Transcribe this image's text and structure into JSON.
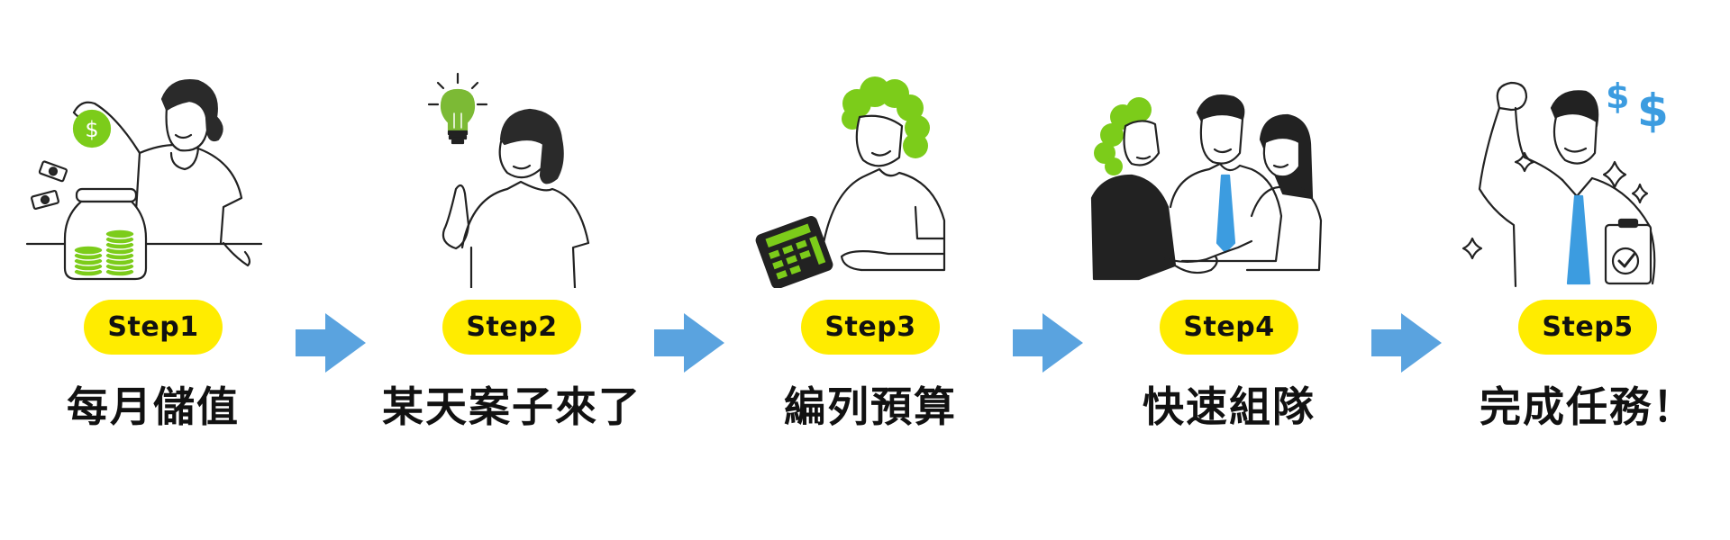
{
  "colors": {
    "pill_bg": "#ffec00",
    "arrow": "#5aa3df",
    "accent_green": "#7ccc1a",
    "accent_blue": "#3c9ce0",
    "ink": "#222222"
  },
  "steps": [
    {
      "badge": "Step1",
      "title": "每月儲值",
      "illustration": "woman-saving-coins-in-jar"
    },
    {
      "badge": "Step2",
      "title": "某天案子來了",
      "illustration": "woman-with-lightbulb-idea"
    },
    {
      "badge": "Step3",
      "title": "編列預算",
      "illustration": "person-using-calculator"
    },
    {
      "badge": "Step4",
      "title": "快速組隊",
      "illustration": "team-handshake"
    },
    {
      "badge": "Step5",
      "title": "完成任務！",
      "illustration": "man-celebrating-with-dollar-signs"
    }
  ],
  "arrows": [
    "arrow-right",
    "arrow-right",
    "arrow-right",
    "arrow-right"
  ]
}
